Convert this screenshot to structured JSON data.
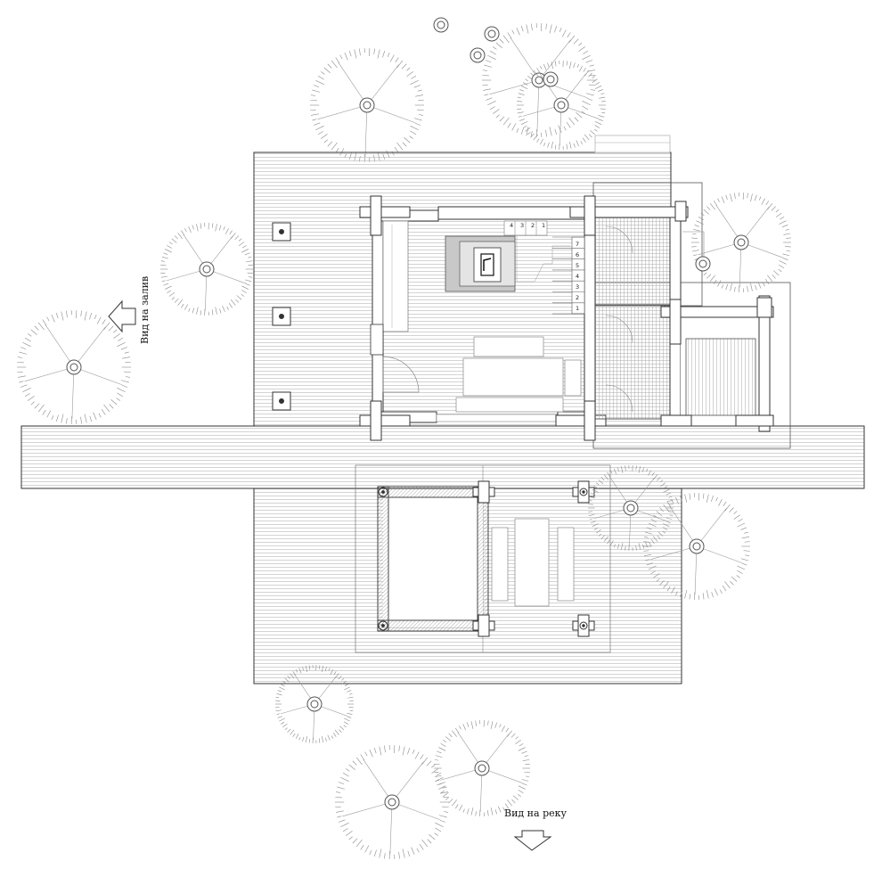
{
  "labels": {
    "view_bay": "Вид на залив",
    "view_river": "Вид на реку"
  },
  "stairs": {
    "main_steps": [
      "7",
      "6",
      "5",
      "4",
      "3",
      "2",
      "1"
    ],
    "upper_steps": [
      "4",
      "3",
      "2",
      "1"
    ]
  },
  "colors": {
    "line": "#333333",
    "light_line": "#9a9a9a",
    "tree": "#8a8a8a",
    "stove_fill": "#c8c8c8",
    "stove_inner": "#e4e4e4"
  }
}
